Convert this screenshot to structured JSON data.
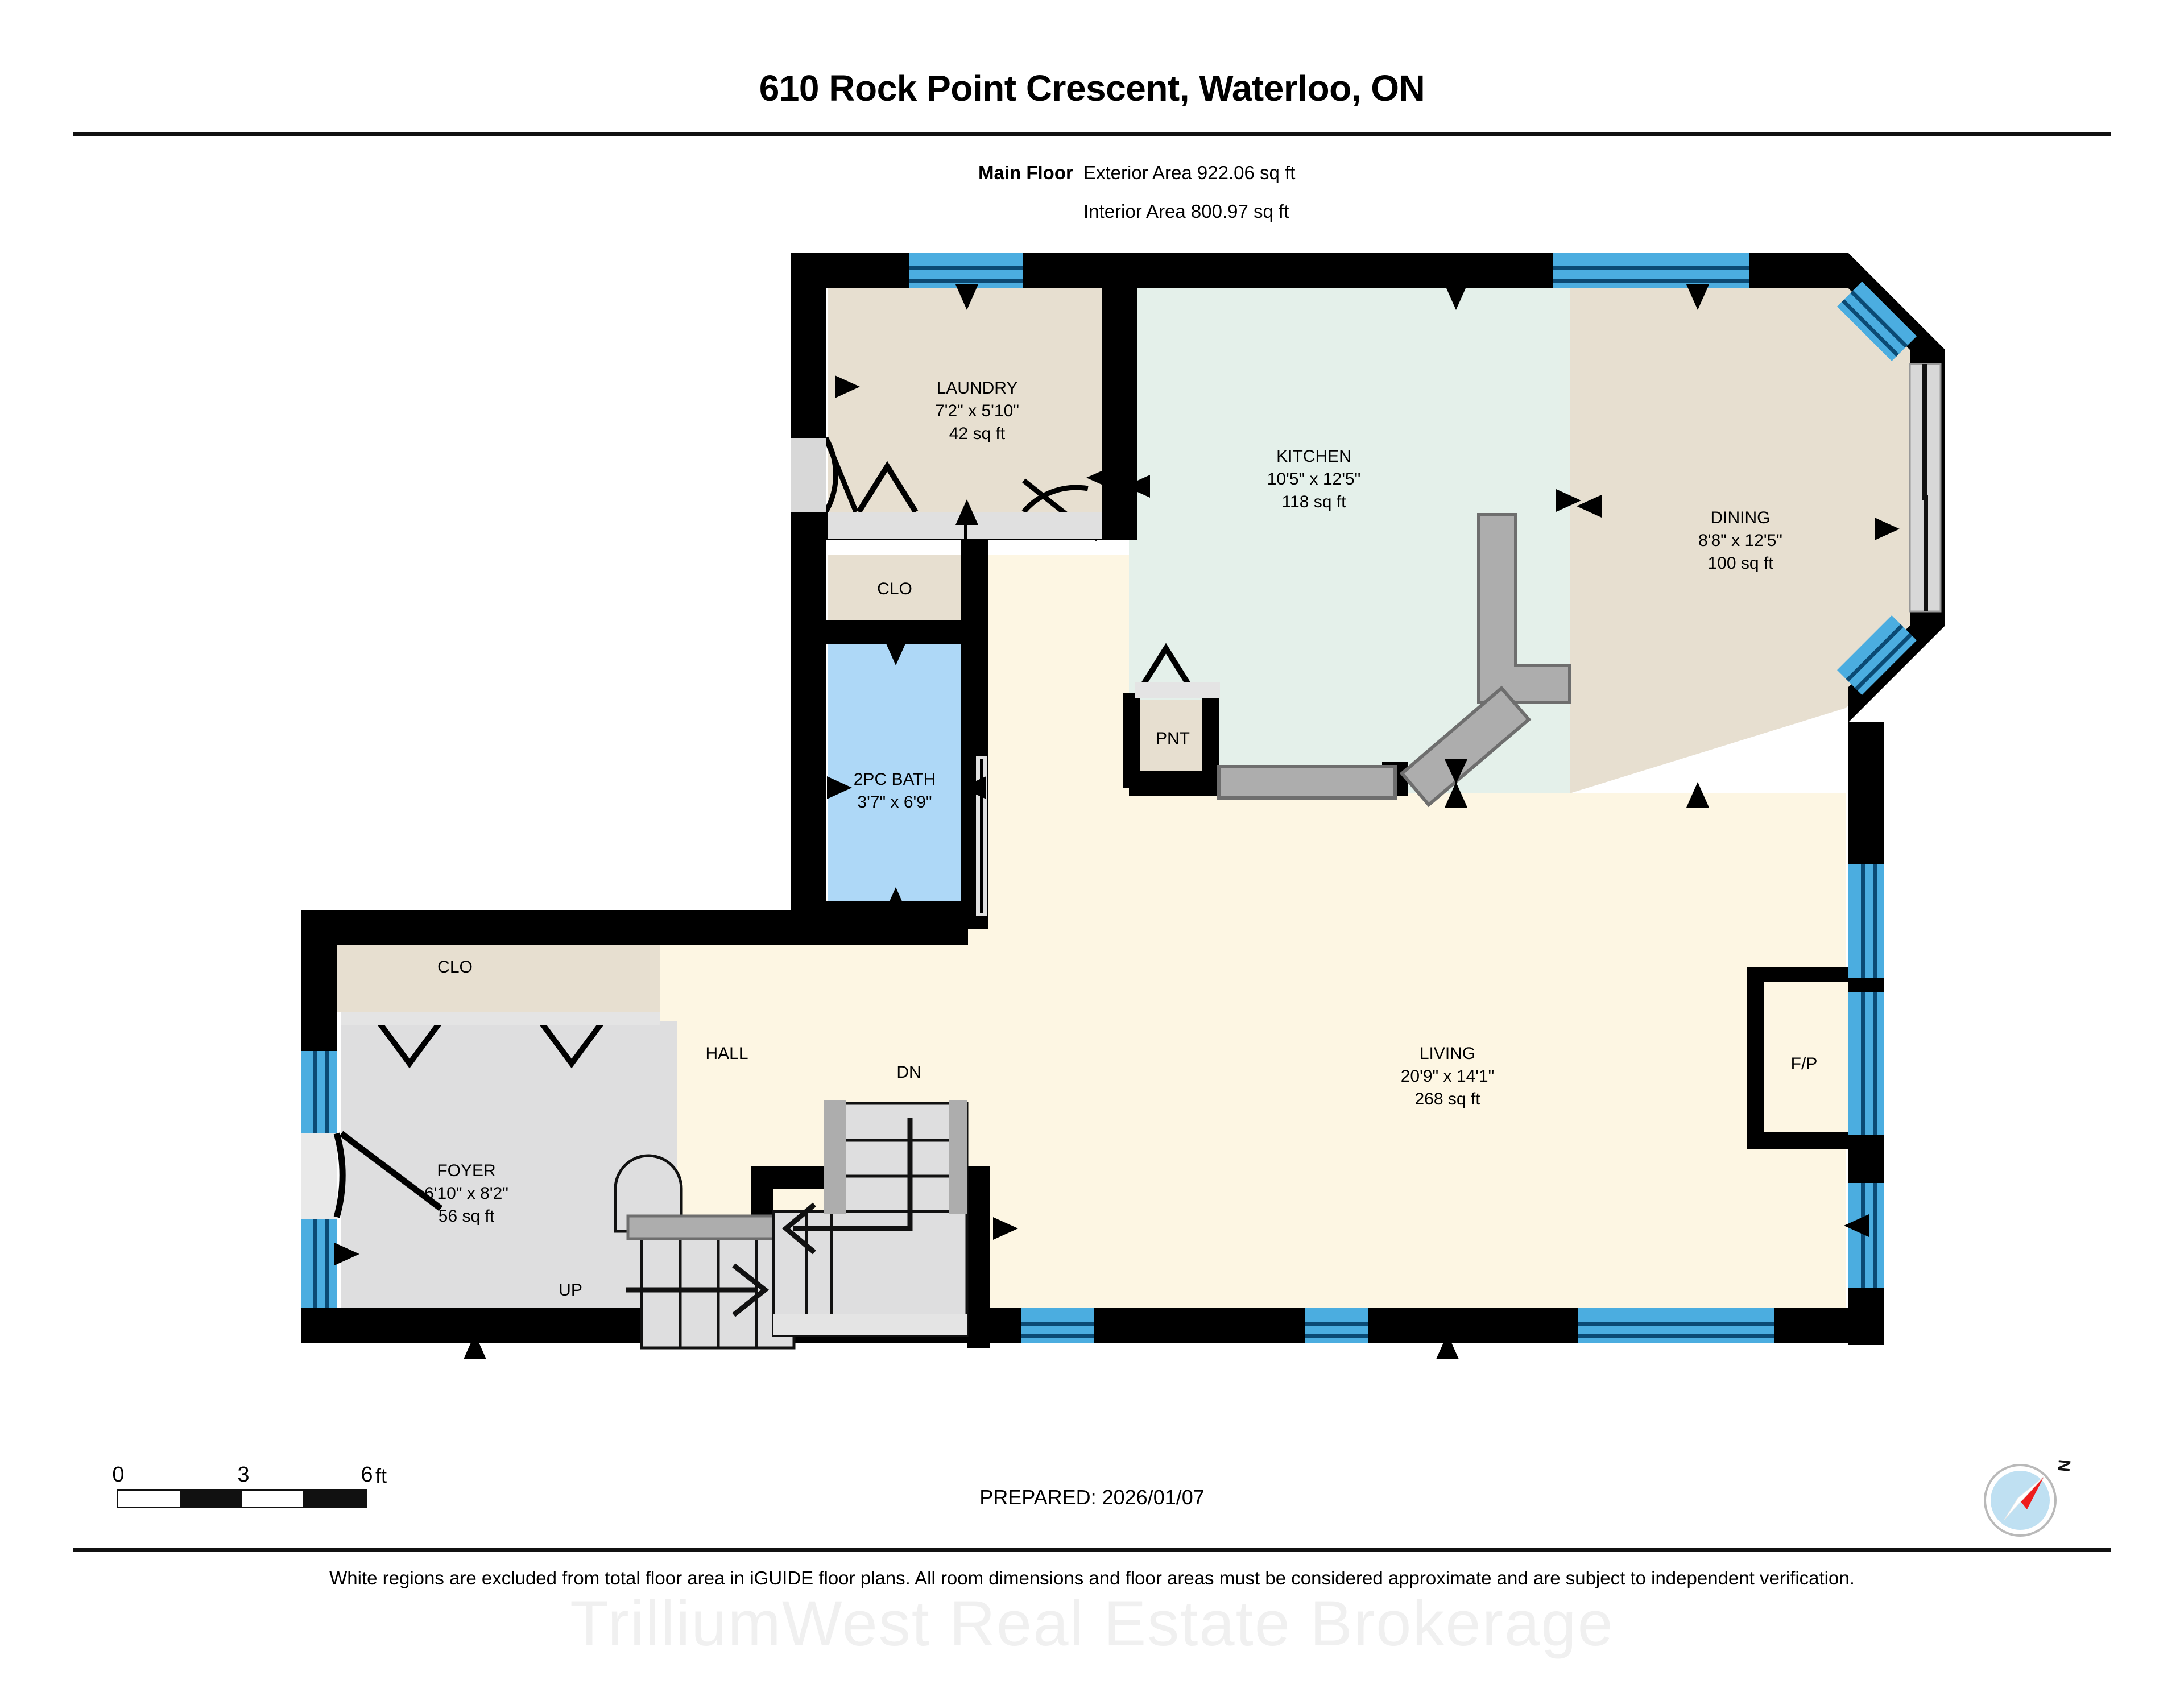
{
  "header": {
    "title": "610 Rock Point Crescent, Waterloo, ON",
    "floor_label": "Main Floor",
    "exterior_area": "Exterior Area 922.06 sq ft",
    "interior_area": "Interior Area 800.97 sq ft"
  },
  "rooms": [
    {
      "key": "laundry",
      "name": "LAUNDRY",
      "dims": "7'2\" x 5'10\"",
      "area": "42 sq ft"
    },
    {
      "key": "clo_top",
      "name": "CLO",
      "dims": "",
      "area": ""
    },
    {
      "key": "bath",
      "name": "2PC BATH",
      "dims": "3'7\" x 6'9\"",
      "area": ""
    },
    {
      "key": "kitchen",
      "name": "KITCHEN",
      "dims": "10'5\" x 12'5\"",
      "area": "118 sq ft"
    },
    {
      "key": "dining",
      "name": "DINING",
      "dims": "8'8\" x 12'5\"",
      "area": "100 sq ft"
    },
    {
      "key": "pantry",
      "name": "PNT",
      "dims": "",
      "area": ""
    },
    {
      "key": "clo_foyer",
      "name": "CLO",
      "dims": "",
      "area": ""
    },
    {
      "key": "hall",
      "name": "HALL",
      "dims": "",
      "area": ""
    },
    {
      "key": "foyer",
      "name": "FOYER",
      "dims": "6'10\" x 8'2\"",
      "area": "56 sq ft"
    },
    {
      "key": "living",
      "name": "LIVING",
      "dims": "20'9\" x 14'1\"",
      "area": "268 sq ft"
    },
    {
      "key": "fireplace",
      "name": "F/P",
      "dims": "",
      "area": ""
    }
  ],
  "stairs": {
    "up_label": "UP",
    "down_label": "DN"
  },
  "scale": {
    "ticks": [
      "0",
      "3",
      "6"
    ],
    "unit": "ft"
  },
  "footer": {
    "prepared": "PREPARED: 2026/01/07",
    "disclaimer": "White regions are excluded from total floor area in iGUIDE floor plans. All room dimensions and floor areas must be considered approximate and are subject to independent verification.",
    "watermark": "TrilliumWest Real Estate Brokerage"
  },
  "compass": {
    "north_label": "N"
  },
  "colors": {
    "wall": "#000000",
    "window": "#4badE0",
    "kitchen_fill": "#e4f0ea",
    "dining_fill": "#e7dfd0",
    "living_fill": "#fdf6e3",
    "bath_fill": "#aed8f7",
    "foyer_fill": "#dededf",
    "closet_fill": "#e7dfd0",
    "counter_fill": "#adadad",
    "stair_fill": "#dededf"
  }
}
